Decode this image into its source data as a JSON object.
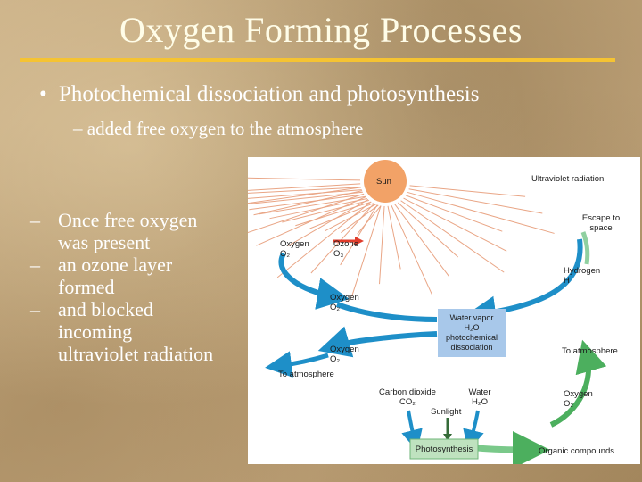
{
  "slide": {
    "title": "Oxygen Forming Processes",
    "bullet_marker": "•",
    "bullet": "Photochemical dissociation and photosynthesis",
    "sub_bullet": "– added free oxygen to the atmosphere",
    "left_points": [
      {
        "dash": "–",
        "text": "Once free oxygen was present"
      },
      {
        "dash": "–",
        "text": "an ozone layer formed"
      },
      {
        "dash": "–",
        "text": "and blocked incoming ultraviolet radiation"
      }
    ]
  },
  "diagram": {
    "sun": "Sun",
    "uv": "Ultraviolet radiation",
    "escape": "Escape to space",
    "oxygen_top": {
      "name": "Oxygen",
      "formula": "O₂"
    },
    "ozone": {
      "name": "Ozone",
      "formula": "O₃"
    },
    "hydrogen": {
      "name": "Hydrogen",
      "formula": "H"
    },
    "oxygen_mid": {
      "name": "Oxygen",
      "formula": "O₂"
    },
    "water_vapor": {
      "line1": "Water vapor",
      "line2": "H₂O",
      "line3": "photochemical",
      "line4": "dissociation"
    },
    "oxygen_low": {
      "name": "Oxygen",
      "formula": "O₂"
    },
    "to_atmosphere_left": "To atmosphere",
    "to_atmosphere_right": "To atmosphere",
    "carbon_dioxide": {
      "name": "Carbon dioxide",
      "formula": "CO₂"
    },
    "water": {
      "name": "Water",
      "formula": "H₂O"
    },
    "sunlight": "Sunlight",
    "oxygen_right": {
      "name": "Oxygen",
      "formula": "O₂"
    },
    "photosynthesis": "Photosynthesis",
    "organic": "Organic compounds",
    "colors": {
      "sun": "#f2a267",
      "rays": "#e9a585",
      "box": "#a8c8ea",
      "photo_box": "#bfe2bf",
      "blue": "#1e8fc8",
      "green": "#4caf5e",
      "red": "#e03c2c"
    }
  }
}
